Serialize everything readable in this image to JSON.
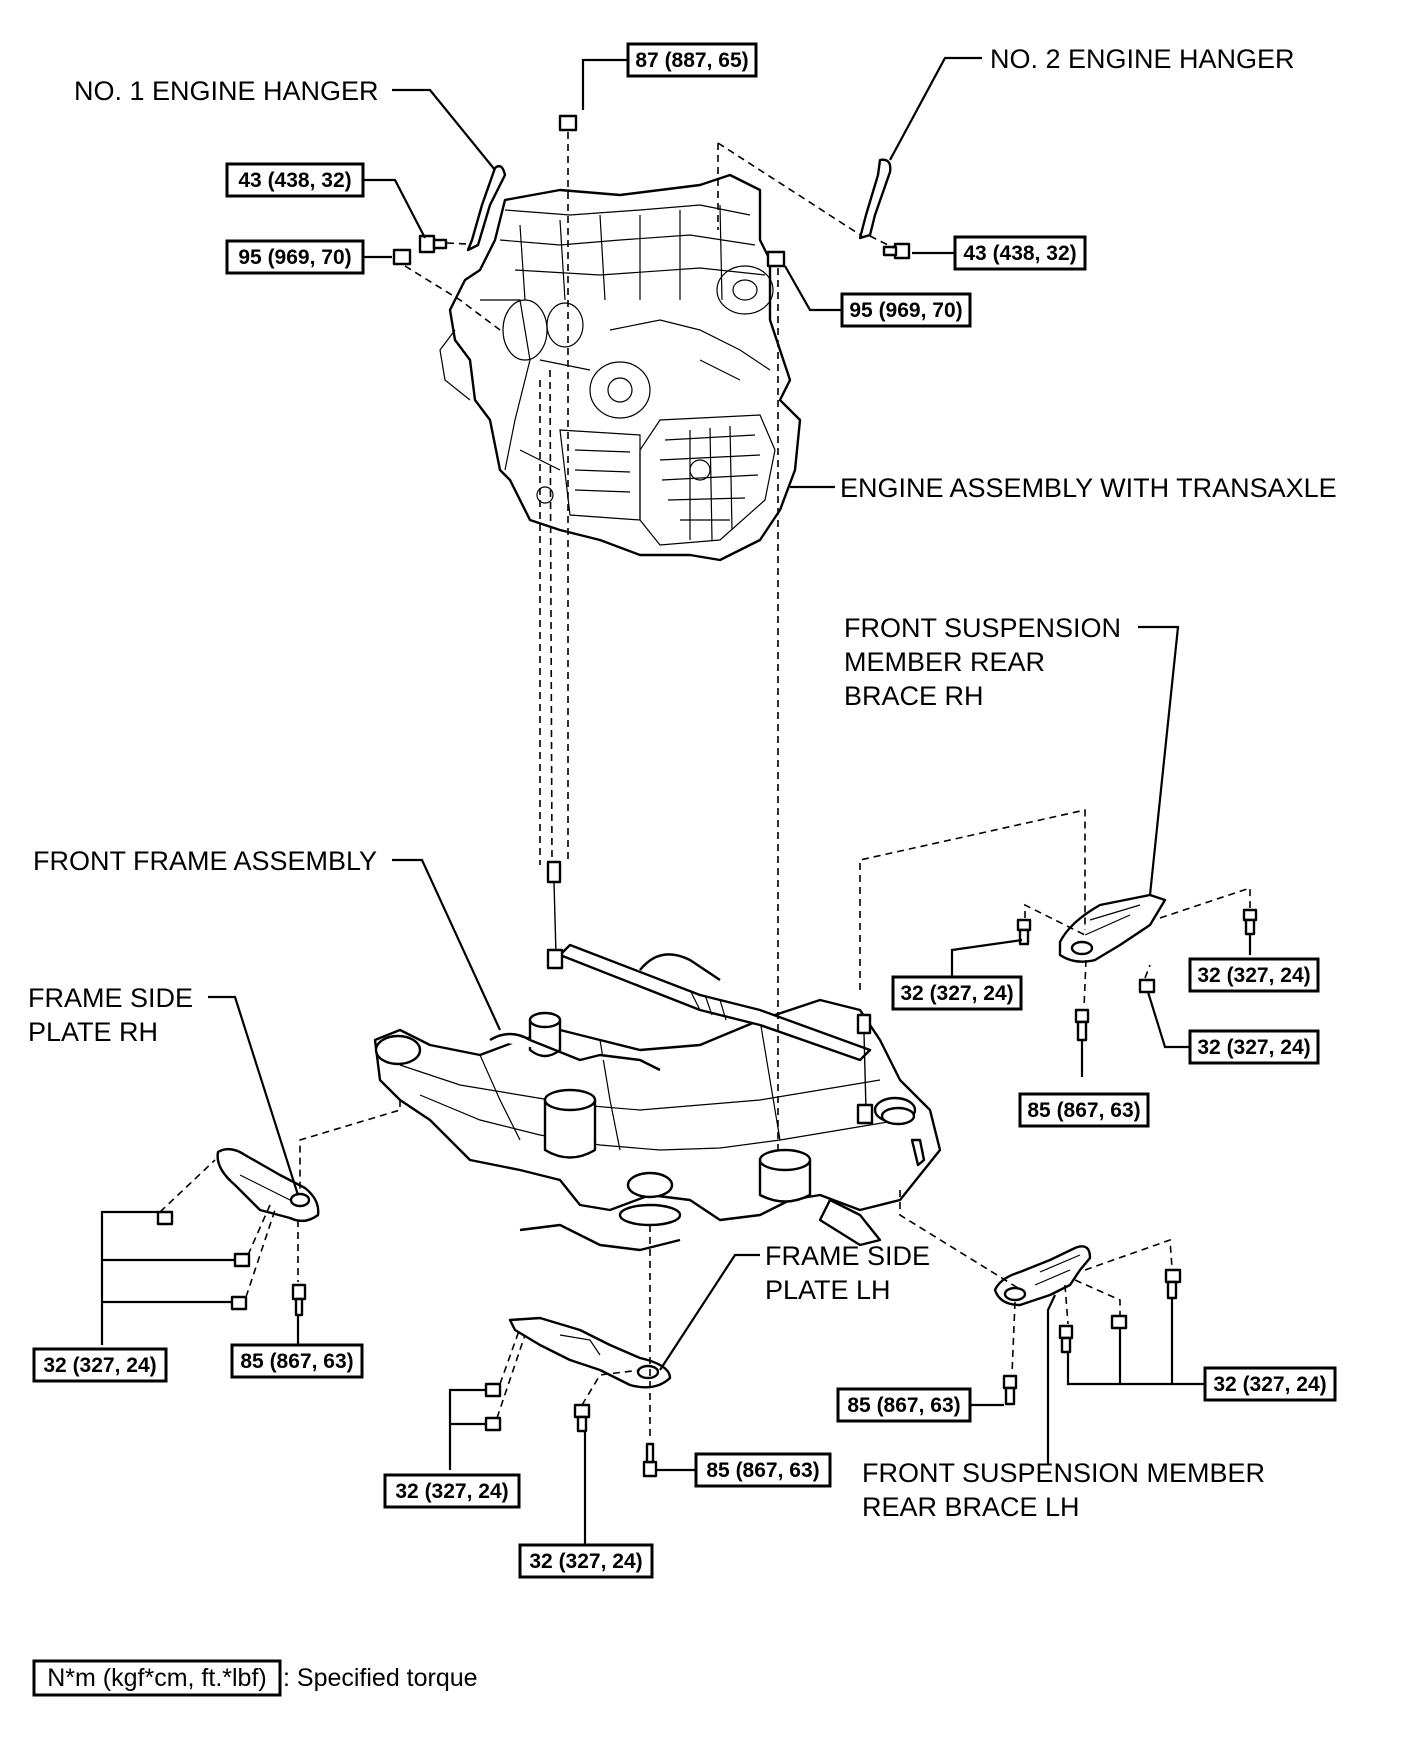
{
  "labels": {
    "no1_engine_hanger": "NO. 1 ENGINE HANGER",
    "no2_engine_hanger": "NO. 2 ENGINE HANGER",
    "engine_assembly": "ENGINE ASSEMBLY WITH TRANSAXLE",
    "rear_brace_rh": [
      "FRONT SUSPENSION",
      "MEMBER REAR",
      "BRACE RH"
    ],
    "front_frame": "FRONT FRAME ASSEMBLY",
    "side_plate_rh": [
      "FRAME SIDE",
      "PLATE RH"
    ],
    "side_plate_lh": [
      "FRAME SIDE",
      "PLATE LH"
    ],
    "rear_brace_lh": [
      "FRONT SUSPENSION MEMBER",
      "REAR BRACE LH"
    ]
  },
  "torque": {
    "t87": "87 (887, 65)",
    "t43_left": "43 (438, 32)",
    "t95_left": "95 (969, 70)",
    "t43_right": "43 (438, 32)",
    "t95_right": "95 (969, 70)",
    "t32_rh_a": "32 (327, 24)",
    "t32_rh_b": "32 (327, 24)",
    "t32_rh_c": "32 (327, 24)",
    "t85_rh_brace": "85 (867, 63)",
    "t32_plate_rh": "32 (327, 24)",
    "t85_plate_rh": "85 (867, 63)",
    "t32_plate_lh_a": "32 (327, 24)",
    "t32_plate_lh_b": "32 (327, 24)",
    "t85_plate_lh": "85 (867, 63)",
    "t85_brace_lh": "85 (867, 63)",
    "t32_brace_lh": "32 (327, 24)"
  },
  "legend": {
    "unit": "N*m (kgf*cm, ft.*lbf)",
    "text": ": Specified torque"
  }
}
